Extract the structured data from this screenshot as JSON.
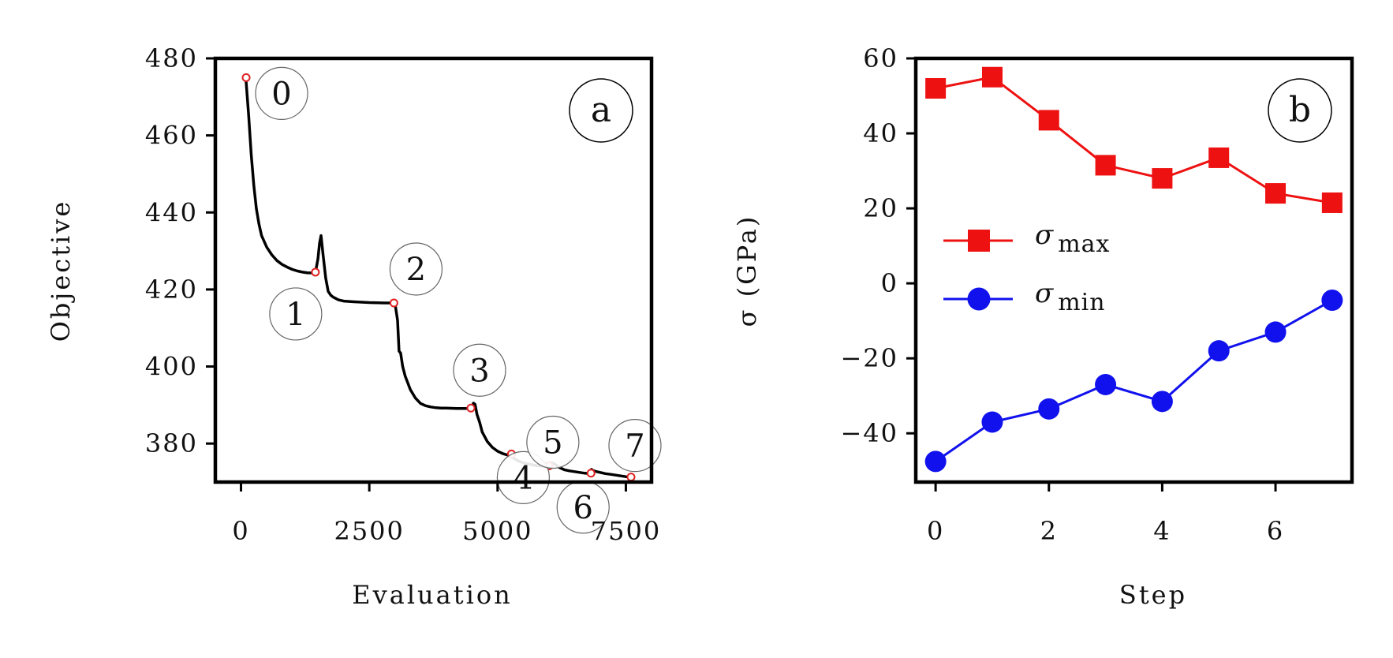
{
  "chart_data": [
    {
      "type": "line",
      "panel": "a",
      "xlabel": "Evaluation",
      "ylabel": "Objective",
      "xlim": [
        -500,
        8000
      ],
      "ylim": [
        370,
        480
      ],
      "x_ticks": [
        0,
        2500,
        5000,
        7500
      ],
      "y_ticks": [
        380,
        400,
        420,
        440,
        460,
        480
      ],
      "x_tick_labels": [
        "0",
        "2500",
        "5000",
        "7500"
      ],
      "y_tick_labels": [
        "380",
        "400",
        "420",
        "440",
        "460",
        "480"
      ],
      "grid": false,
      "series": [
        {
          "color": "#000000",
          "x": [
            100,
            150,
            200,
            250,
            300,
            350,
            400,
            500,
            600,
            700,
            800,
            900,
            1000,
            1100,
            1200,
            1300,
            1400,
            1450,
            1500,
            1530,
            1560,
            1600,
            1650,
            1700,
            1750,
            1800,
            1900,
            2000,
            2200,
            2500,
            2800,
            3000,
            3050,
            3080,
            3110,
            3150,
            3200,
            3300,
            3400,
            3500,
            3600,
            3700,
            3800,
            3900,
            4000,
            4200,
            4400,
            4500,
            4530,
            4560,
            4600,
            4650,
            4700,
            4800,
            4900,
            5000,
            5100,
            5200,
            5300,
            5400,
            5500,
            5600,
            5700,
            5800,
            5900,
            6000,
            6050,
            6100,
            6200,
            6300,
            6400,
            6500,
            6600,
            6700,
            6800,
            6830,
            6860,
            6900,
            7000,
            7100,
            7200,
            7300,
            7400,
            7500,
            7600,
            7650
          ],
          "y": [
            474,
            465,
            455,
            447,
            441,
            437,
            434,
            431,
            429,
            427.5,
            426.5,
            425.8,
            425.2,
            424.8,
            424.5,
            424.3,
            424.3,
            424.4,
            428,
            432,
            434,
            429,
            423,
            419.5,
            418.5,
            418,
            417.3,
            417,
            416.8,
            416.6,
            416.5,
            416.5,
            412,
            404,
            403.5,
            400,
            397.5,
            394,
            391.8,
            390.4,
            389.8,
            389.5,
            389.3,
            389.2,
            389.2,
            389.1,
            389.1,
            389.2,
            390.5,
            390.2,
            387.5,
            385.5,
            383,
            380.5,
            379,
            378,
            377.4,
            377,
            376.3,
            375.5,
            375,
            374.7,
            374.4,
            374.2,
            374.1,
            374,
            375,
            374.8,
            373.8,
            373.2,
            372.9,
            372.7,
            372.5,
            372.3,
            372.2,
            373.3,
            373,
            372.8,
            372.5,
            372.2,
            372,
            371.8,
            371.6,
            371.4,
            371.3,
            371.2
          ]
        }
      ],
      "markers": [
        {
          "label": "0",
          "x": 100,
          "y": 475
        },
        {
          "label": "1",
          "x": 1450,
          "y": 424.5
        },
        {
          "label": "2",
          "x": 2980,
          "y": 416.5
        },
        {
          "label": "3",
          "x": 4480,
          "y": 389.2
        },
        {
          "label": "4",
          "x": 5270,
          "y": 377.3
        },
        {
          "label": "5",
          "x": 6000,
          "y": 374.2
        },
        {
          "label": "6",
          "x": 6820,
          "y": 372.3
        },
        {
          "label": "7",
          "x": 7600,
          "y": 371.3
        }
      ],
      "annotations": [
        "0",
        "1",
        "2",
        "3",
        "4",
        "5",
        "6",
        "7"
      ],
      "panel_label": "a"
    },
    {
      "type": "line",
      "panel": "b",
      "xlabel": "Step",
      "ylabel": "σ (GPa)",
      "xlim": [
        -0.35,
        7.35
      ],
      "ylim": [
        -53,
        60
      ],
      "x_ticks": [
        0,
        2,
        4,
        6
      ],
      "y_ticks": [
        -40,
        -20,
        0,
        20,
        40,
        60
      ],
      "x_tick_labels": [
        "0",
        "2",
        "4",
        "6"
      ],
      "y_tick_labels": [
        "−40",
        "−20",
        "0",
        "20",
        "40",
        "60"
      ],
      "grid": false,
      "legend_position": "center-left",
      "series": [
        {
          "name": "σmax",
          "legend_symbol": "σ",
          "legend_sub": "max",
          "color": "#ee1111",
          "marker": "square",
          "x": [
            0,
            1,
            2,
            3,
            4,
            5,
            6,
            7
          ],
          "values": [
            52,
            55,
            43.5,
            31.5,
            28,
            33.5,
            24,
            21.5
          ]
        },
        {
          "name": "σmin",
          "legend_symbol": "σ",
          "legend_sub": "min",
          "color": "#1111ee",
          "marker": "circle",
          "x": [
            0,
            1,
            2,
            3,
            4,
            5,
            6,
            7
          ],
          "values": [
            -47.5,
            -37,
            -33.5,
            -27,
            -31.5,
            -18,
            -13,
            -4.5
          ]
        }
      ],
      "panel_label": "b"
    }
  ]
}
